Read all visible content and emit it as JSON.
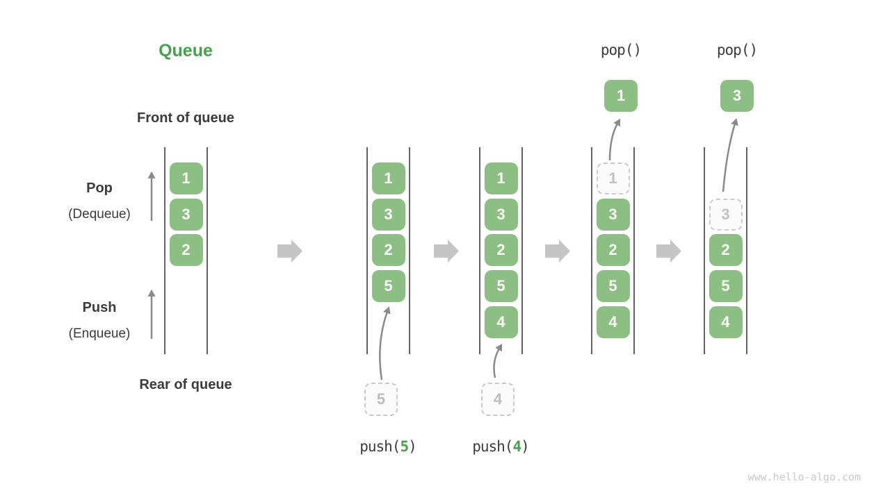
{
  "title": "Queue",
  "watermark": "www.hello-algo.com",
  "labels": {
    "front_of_queue": "Front of queue",
    "rear_of_queue": "Rear of queue",
    "pop": "Pop",
    "pop_sub": "(Dequeue)",
    "push": "Push",
    "push_sub": "(Enqueue)"
  },
  "colors": {
    "title_green": "#47A04D",
    "cell_green": "#8DBF84",
    "cell_text": "#FFFFFF",
    "ghost_border": "#CBCBCB",
    "ghost_text": "#C2C2C2",
    "rail_gray": "#616161",
    "arrow_gray": "#8A8A8A",
    "block_arrow_gray": "#C5C5C5",
    "label_dark": "#3B3B3B",
    "watermark_gray": "#C9C9C9"
  },
  "states": [
    {
      "name": "initial",
      "cells": [
        "1",
        "3",
        "2"
      ]
    },
    {
      "name": "after-push-5",
      "cells": [
        "1",
        "3",
        "2",
        "5"
      ],
      "incoming_value": "5",
      "op_prefix": "push(",
      "op_arg": "5",
      "op_suffix": ")"
    },
    {
      "name": "after-push-4",
      "cells": [
        "1",
        "3",
        "2",
        "5",
        "4"
      ],
      "incoming_value": "4",
      "op_prefix": "push(",
      "op_arg": "4",
      "op_suffix": ")"
    },
    {
      "name": "after-pop-1",
      "ghost_value": "1",
      "cells": [
        "3",
        "2",
        "5",
        "4"
      ],
      "popped_value": "1",
      "op_label": "pop()"
    },
    {
      "name": "after-pop-3",
      "ghost_value": "3",
      "cells": [
        "2",
        "5",
        "4"
      ],
      "popped_value": "3",
      "op_label": "pop()"
    }
  ]
}
